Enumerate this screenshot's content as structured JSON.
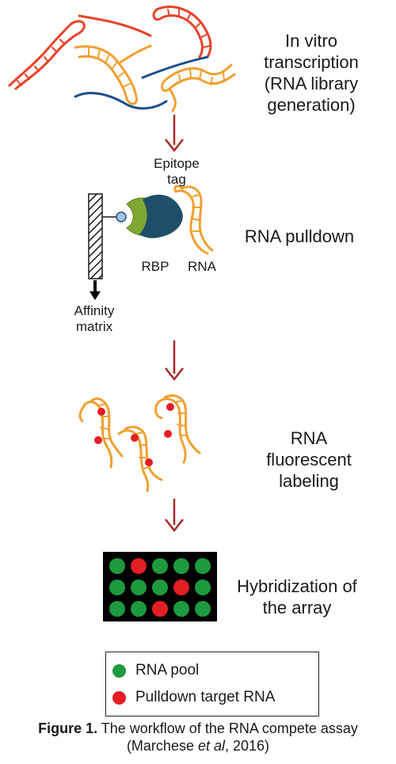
{
  "steps": {
    "transcription": "In vitro transcription (RNA library generation)",
    "transcription_lines": [
      "In vitro",
      "transcription",
      "(RNA library",
      "generation)"
    ],
    "pulldown": "RNA pulldown",
    "labeling_lines": [
      "RNA",
      "fluorescent",
      "labeling"
    ],
    "hybridization_lines": [
      "Hybridization of",
      "the array"
    ]
  },
  "pulldown_labels": {
    "epitope_lines": [
      "Epitope",
      "tag"
    ],
    "rbp": "RBP",
    "rna": "RNA",
    "affinity_lines": [
      "Affinity",
      "matrix"
    ]
  },
  "array": {
    "rows": 3,
    "cols": 5,
    "red_cells": [
      [
        0,
        1
      ],
      [
        1,
        3
      ],
      [
        2,
        2
      ]
    ]
  },
  "legend": {
    "items": [
      {
        "label": "RNA pool",
        "color": "#1e9a3e"
      },
      {
        "label": "Pulldown target RNA",
        "color": "#e31e24"
      }
    ]
  },
  "caption": {
    "bold": "Figure 1.",
    "text": " The workflow of the RNA compete assay",
    "line2_pre": "(Marchese ",
    "line2_italic": "et al",
    "line2_post": ", 2016)"
  },
  "colors": {
    "arrow": "#a62a26",
    "rna_orange": "#f0a030",
    "rna_red": "#e8432a",
    "rna_blue": "#1d4f8c",
    "rbp": "#1f4f68",
    "adaptor": "#7fa832",
    "green_dot": "#1e9a3e",
    "red_dot": "#e31e24"
  }
}
